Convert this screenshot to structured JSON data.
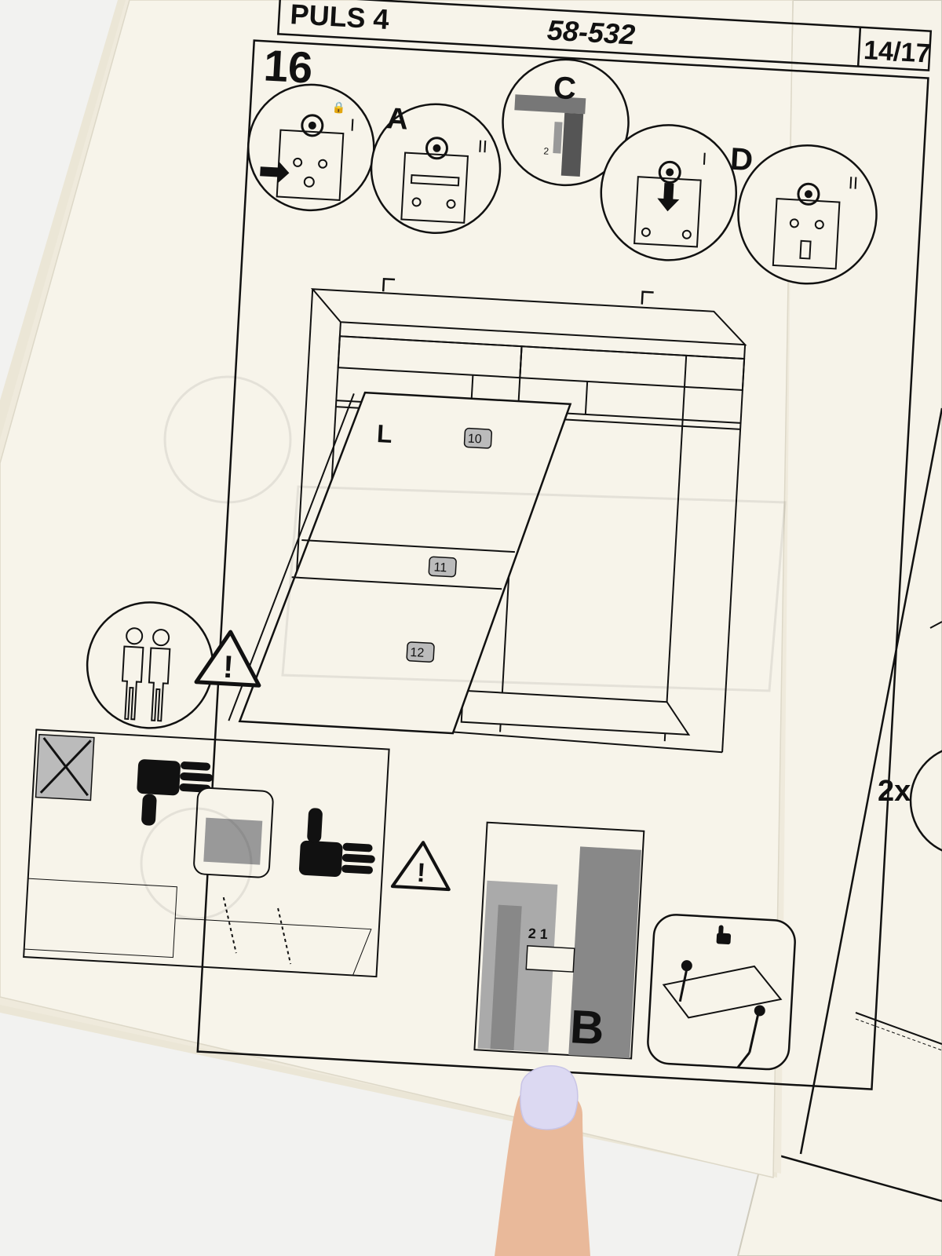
{
  "header": {
    "model": "PULS 4",
    "article_number": "58-532",
    "page": "14/17"
  },
  "step": {
    "number": "16"
  },
  "detail_callouts": {
    "A": {
      "label": "A",
      "sub_1": "I",
      "sub_2": "II"
    },
    "C": {
      "label": "C",
      "mark": "2"
    },
    "D": {
      "label": "D",
      "sub_1": "I",
      "sub_2": "II"
    },
    "B": {
      "label": "B",
      "marks": "2 1"
    }
  },
  "door": {
    "side_label": "L",
    "parts": [
      "10",
      "11",
      "12"
    ]
  },
  "next_page": {
    "quantity": "2x"
  },
  "icons": {
    "two_people": "two-people-icon",
    "warning": "warning-icon",
    "thumbs_down": "thumbs-down-icon",
    "thumbs_up": "thumbs-up-icon"
  },
  "colors": {
    "paper": "#f7f4ea",
    "ink": "#111111",
    "background": "#f3f3f1",
    "nail": "#d9d6f0"
  }
}
